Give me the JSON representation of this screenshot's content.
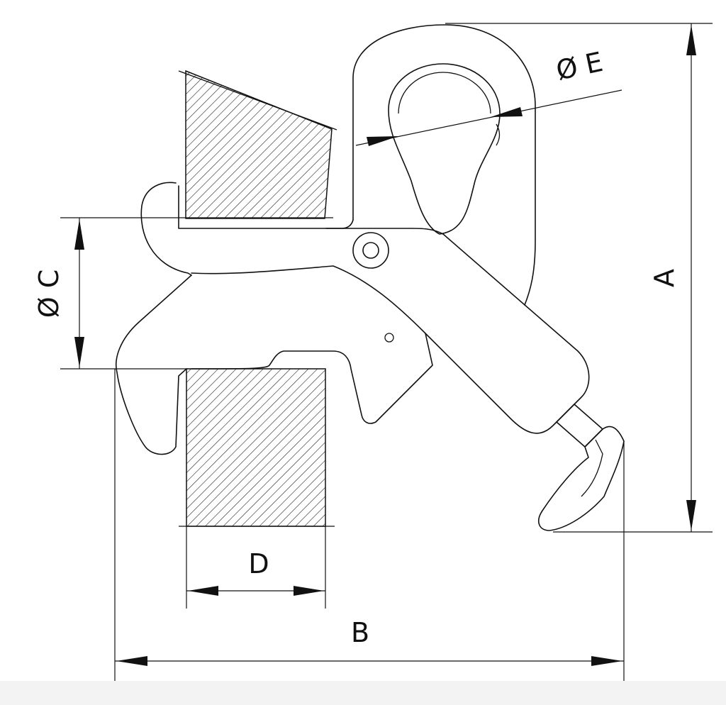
{
  "diagram": {
    "labels": {
      "A": "A",
      "B": "B",
      "C": "Ø C",
      "D": "D",
      "E": "Ø E"
    }
  }
}
